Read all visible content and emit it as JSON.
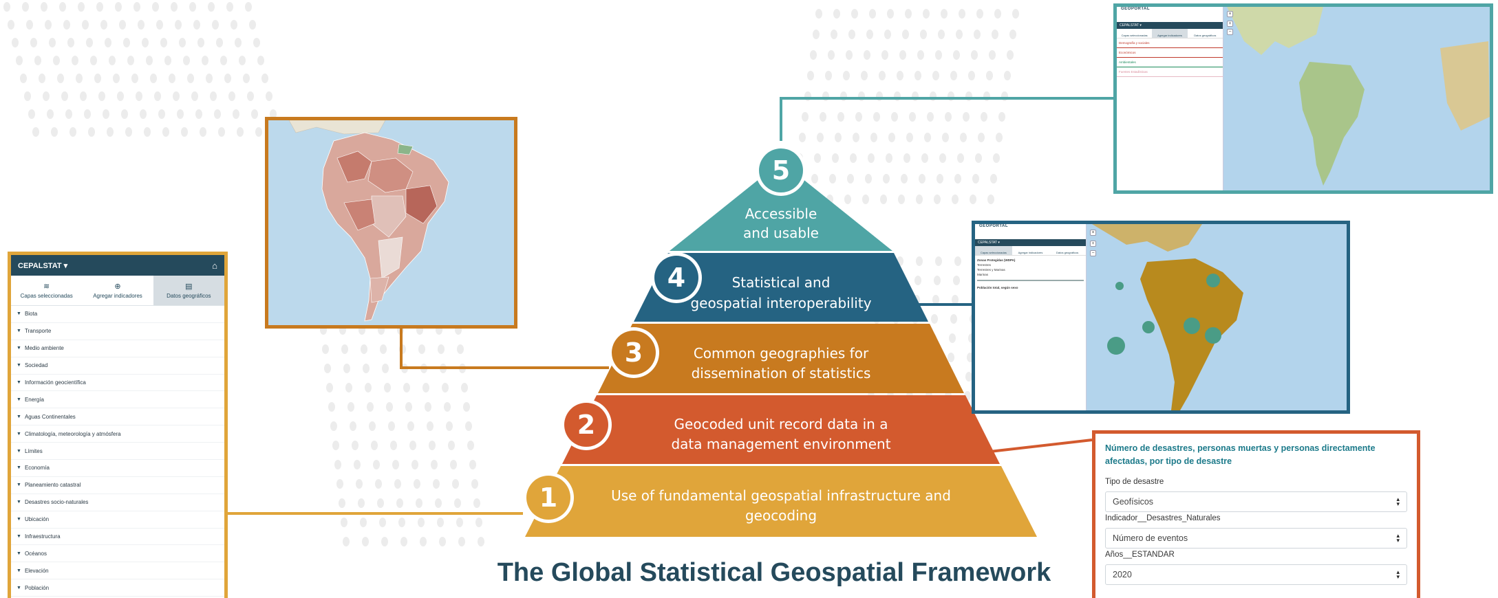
{
  "title": "The Global Statistical Geospatial Framework",
  "levels": [
    {
      "number": "1",
      "lines": [
        "Use of fundamental geospatial infrastructure and",
        "geocoding"
      ],
      "color": "#e0a53a"
    },
    {
      "number": "2",
      "lines": [
        "Geocoded unit record data in a",
        "data management environment"
      ],
      "color": "#d35a2e"
    },
    {
      "number": "3",
      "lines": [
        "Common geographies for",
        "dissemination of statistics"
      ],
      "color": "#c87a1f"
    },
    {
      "number": "4",
      "lines": [
        "Statistical and",
        "geospatial interoperability"
      ],
      "color": "#256382"
    },
    {
      "number": "5",
      "lines": [
        "Accessible",
        "and usable"
      ],
      "color": "#4fa5a5"
    }
  ],
  "left_panel": {
    "brand": "CEPALSTAT",
    "tabs": [
      "Capas seleccionadas",
      "Agregar indicadores",
      "Datos geográficos"
    ],
    "active_tab": "Datos geográficos",
    "items": [
      "Biota",
      "Transporte",
      "Medio ambiente",
      "Sociedad",
      "Información geocientífica",
      "Energía",
      "Aguas Continentales",
      "Climatología, meteorología y atmósfera",
      "Límites",
      "Economía",
      "Planeamiento catastral",
      "Desastres socio-naturales",
      "Ubicación",
      "Infraestructura",
      "Océanos",
      "Elevación",
      "Población"
    ]
  },
  "geoportal": {
    "brand": "GEOPORTAL",
    "bar": "CEPALSTAT",
    "tabs": [
      "Capas seleccionadas",
      "Agregar indicadores",
      "Datos geográficos"
    ],
    "rows": [
      "Demografía y sociales",
      "Económicos",
      "Ambientales",
      "Fuentes Estadísticas"
    ]
  },
  "interop_panel": {
    "brand": "GEOPORTAL",
    "bar": "CEPALSTAT",
    "tabs": [
      "Capas seleccionadas",
      "Agregar indicadores",
      "Datos geográficos"
    ],
    "layer1": "Zonas Protegidas (WDPA)",
    "legend": [
      "Terrestres",
      "Terrestres y Marinas",
      "Marinas"
    ],
    "layer2": "Población total, según sexo"
  },
  "form": {
    "title": "Número de desastres, personas muertas y personas directamente afectadas, por tipo de desastre",
    "label1": "Tipo de desastre",
    "select1": "Geofísicos",
    "label2": "Indicador__Desastres_Naturales",
    "select2": "Número de eventos",
    "label3": "Años__ESTANDAR",
    "select3": "2020"
  }
}
